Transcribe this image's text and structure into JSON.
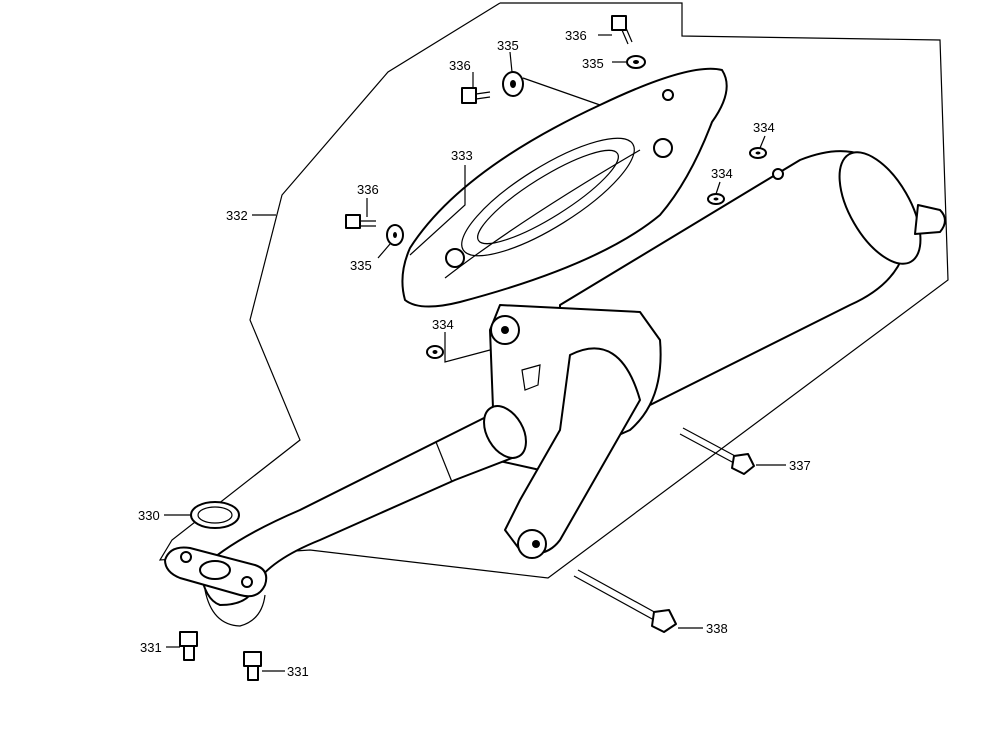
{
  "diagram": {
    "type": "exploded-parts-diagram",
    "parts": [
      {
        "id": "p330",
        "number": "330",
        "component": "gasket"
      },
      {
        "id": "p331a",
        "number": "331",
        "component": "nut"
      },
      {
        "id": "p331b",
        "number": "331",
        "component": "nut"
      },
      {
        "id": "p332",
        "number": "332",
        "component": "muffler-assembly"
      },
      {
        "id": "p333",
        "number": "333",
        "component": "heat-shield"
      },
      {
        "id": "p334a",
        "number": "334",
        "component": "washer"
      },
      {
        "id": "p334b",
        "number": "334",
        "component": "washer"
      },
      {
        "id": "p334c",
        "number": "334",
        "component": "washer"
      },
      {
        "id": "p335a",
        "number": "335",
        "component": "washer"
      },
      {
        "id": "p335b",
        "number": "335",
        "component": "washer"
      },
      {
        "id": "p335c",
        "number": "335",
        "component": "washer"
      },
      {
        "id": "p336a",
        "number": "336",
        "component": "screw"
      },
      {
        "id": "p336b",
        "number": "336",
        "component": "screw"
      },
      {
        "id": "p336c",
        "number": "336",
        "component": "screw"
      },
      {
        "id": "p337",
        "number": "337",
        "component": "bolt"
      },
      {
        "id": "p338",
        "number": "338",
        "component": "bolt"
      }
    ]
  }
}
